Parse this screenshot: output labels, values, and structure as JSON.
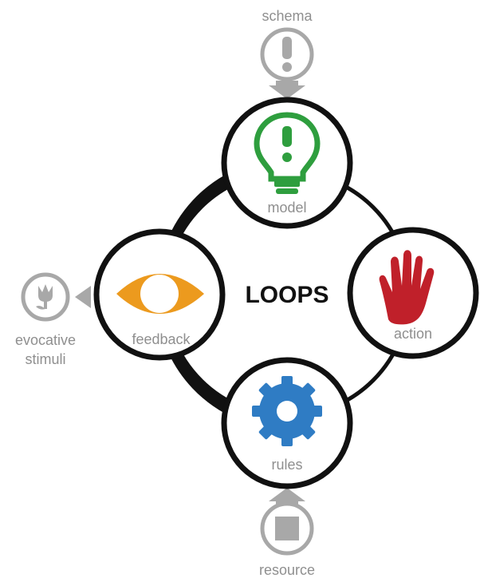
{
  "center_title": "LOOPS",
  "nodes": {
    "model": "model",
    "action": "action",
    "rules": "rules",
    "feedback": "feedback"
  },
  "externals": {
    "schema": "schema",
    "resource": "resource",
    "evocative_line1": "evocative",
    "evocative_line2": "stimuli"
  },
  "colors": {
    "model_icon": "#2e9e3e",
    "action_icon": "#c0202a",
    "rules_icon": "#2f7cc4",
    "feedback_icon": "#ec9a1e",
    "external_gray": "#a8a8a8"
  },
  "icons": {
    "model": "lightbulb-icon",
    "action": "hand-icon",
    "rules": "gear-icon",
    "feedback": "eye-icon",
    "schema": "exclamation-icon",
    "resource": "square-icon",
    "evocative": "flower-icon"
  }
}
